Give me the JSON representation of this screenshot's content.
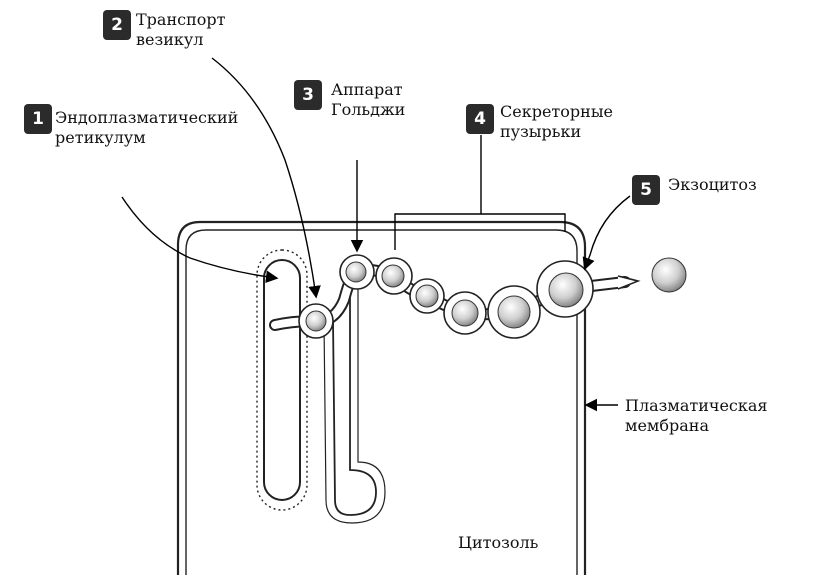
{
  "steps": [
    {
      "number": "1",
      "label_line1": "Эндоплазматический",
      "label_line2": "ретикулум"
    },
    {
      "number": "2",
      "label_line1": "Транспорт",
      "label_line2": "везикул"
    },
    {
      "number": "3",
      "label_line1": "Аппарат",
      "label_line2": "Гольджи"
    },
    {
      "number": "4",
      "label_line1": "Секреторные",
      "label_line2": "пузырьки"
    },
    {
      "number": "5",
      "label_line1": "Экзоцитоз"
    }
  ],
  "membrane_label_line1": "Плазматическая",
  "membrane_label_line2": "мембрана",
  "cytosol_label": "Цитозоль"
}
